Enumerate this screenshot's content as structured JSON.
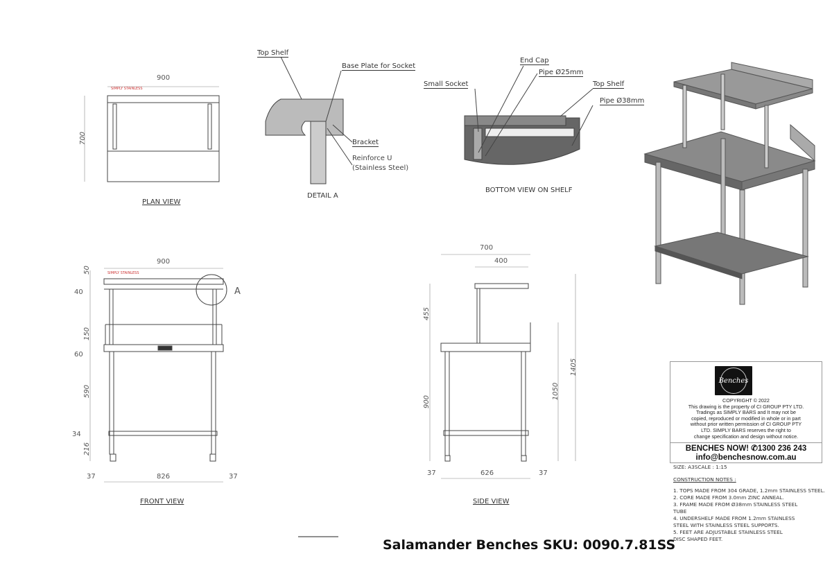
{
  "plan_view": {
    "title": "PLAN VIEW",
    "width": "900",
    "height": "700",
    "brand": "SIMPLY STAINLESS"
  },
  "detail_a": {
    "title": "DETAIL A",
    "callouts": [
      "Top Shelf",
      "Base Plate for Socket",
      "Bracket",
      "Reinforce U",
      "(Stainless Steel)"
    ]
  },
  "bottom_view": {
    "title": "BOTTOM VIEW ON SHELF",
    "callouts": [
      "End Cap",
      "Pipe Ø25mm",
      "Small Socket",
      "Top Shelf",
      "Pipe  Ø38mm"
    ]
  },
  "front_view": {
    "title": "FRONT VIEW",
    "brand": "SIMPLY STAINLESS",
    "detail_marker": "A",
    "dims": {
      "width": "900",
      "d50": "50",
      "d40": "40",
      "d150": "150",
      "d60": "60",
      "d590": "590",
      "d34": "34",
      "d216": "216",
      "left": "37",
      "inner": "826",
      "right": "37"
    }
  },
  "side_view": {
    "title": "SIDE VIEW",
    "dims": {
      "depth": "700",
      "shelf": "400",
      "d455": "455",
      "d900": "900",
      "d1050": "1050",
      "d1405": "1405",
      "left": "37",
      "inner": "626",
      "right": "37"
    }
  },
  "title_block": {
    "logo_text": "Benches",
    "copyright": [
      "COPYRIGHT © 2022",
      "This drawing is the property of CI GROUP PTY LTD.",
      "Tradings as SIMPLY BARS and It may not be",
      "copied, reproduced or modified in whole or in part",
      "without prior written permission of CI GROUP PTY",
      "LTD. SIMPLY BARS reserves the right to",
      "change specification and design without notice."
    ],
    "phone_line": "BENCHES NOW!  ✆1300 236 243",
    "email": "info@benchesnow.com.au"
  },
  "size_scale": "SIZE: A3SCALE : 1:15",
  "notes_heading": "CONSTRUCTION NOTES :",
  "notes": [
    "1. TOPS MADE FROM 304 GRADE, 1.2mm STAINLESS STEEL.",
    "2. CORE MADE FROM 3.0mm ZINC ANNEAL.",
    "3. FRAME MADE FROM Ø38mm STAINLESS STEEL",
    " TUBE",
    "4. UNDERSHELF MADE FROM 1.2mm STAINLESS",
    " STEEL WITH STAINLESS STEEL SUPPORTS.",
    "5. FEET ARE ADJUSTABLE STAINLESS STEEL",
    " DISC SHAPED FEET."
  ],
  "sku_title": "Salamander Benches SKU: 0090.7.81SS"
}
